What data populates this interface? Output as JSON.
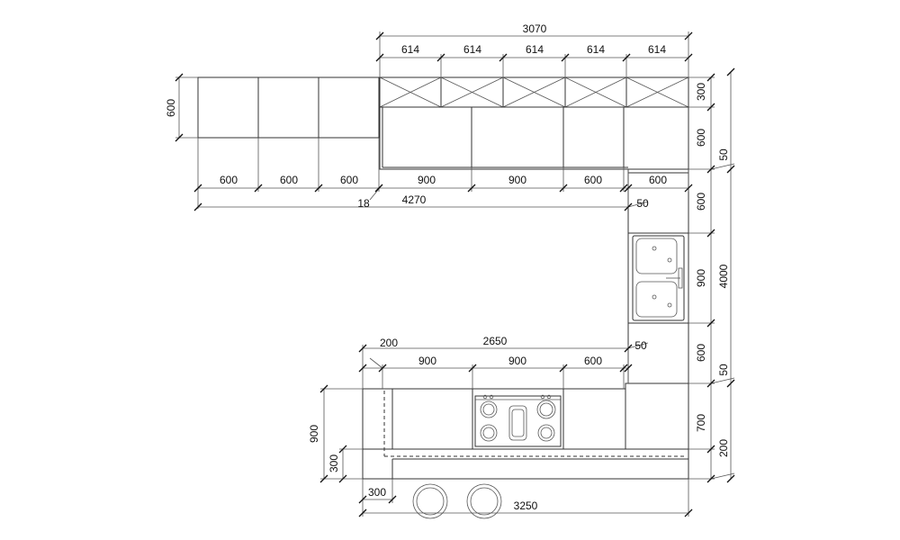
{
  "dims": {
    "top_total": "3070",
    "wall_units": [
      "614",
      "614",
      "614",
      "614",
      "614"
    ],
    "left_height": "600",
    "left_units": [
      "600",
      "600",
      "600"
    ],
    "base_units": [
      "900",
      "900",
      "600"
    ],
    "corner_unit": "600",
    "run_total": "4270",
    "gap_18": "18",
    "gap_50_upper": "50",
    "right_side": [
      "300",
      "600",
      "600",
      "900",
      "600",
      "700",
      "200"
    ],
    "right_outer_a": "50",
    "right_outer_total": "4000",
    "right_outer_b": "50",
    "bottom_total_upper": "2650",
    "bottom_offset": "200",
    "gap_50_lower": "50",
    "bottom_units": [
      "900",
      "900",
      "600"
    ],
    "bottom_depth": "900",
    "bottom_inner": "300",
    "bottom_width_small": "300",
    "bottom_total": "3250"
  }
}
